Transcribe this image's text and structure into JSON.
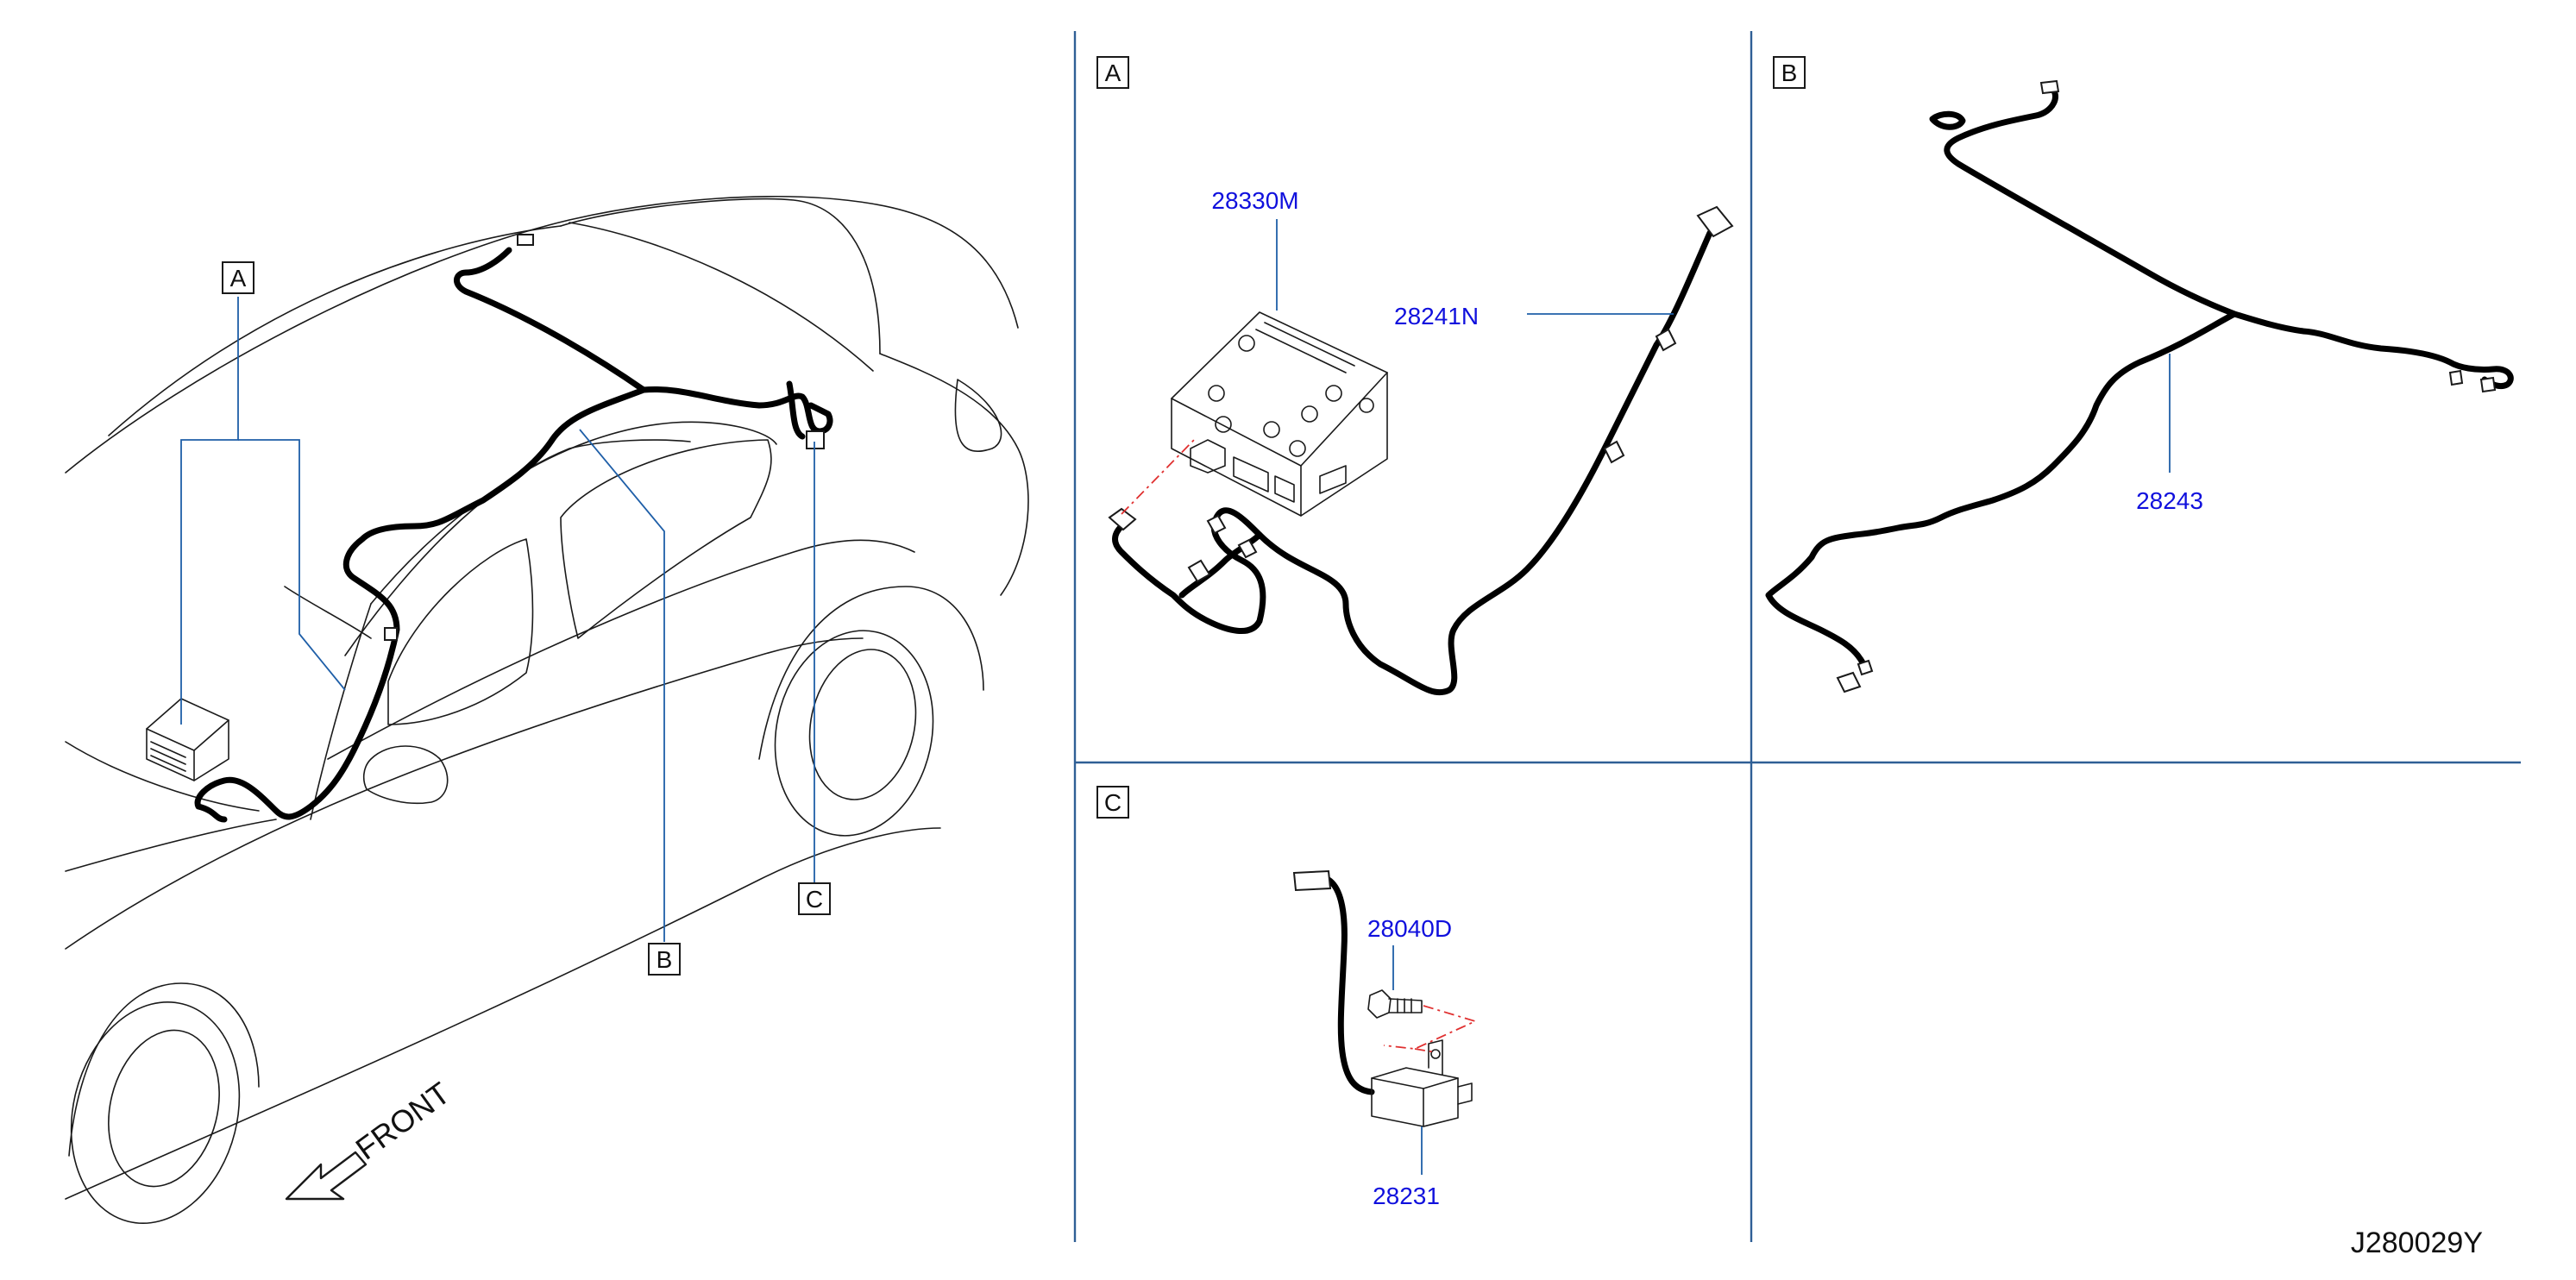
{
  "callouts": {
    "overview_a": "A",
    "overview_b": "B",
    "overview_c": "C",
    "panel_a": "A",
    "panel_b": "B",
    "panel_c": "C"
  },
  "parts": {
    "feeder_module": "28330M",
    "feeder_harness_a": "28241N",
    "feeder_harness_b": "28243",
    "antenna_amp": "28231",
    "bolt": "28040D"
  },
  "front_label": "FRONT",
  "diagram_code": "J280029Y",
  "colors": {
    "part_number": "#1010dd",
    "leader_line": "#1f5fa8",
    "panel_divider": "#2f5f95",
    "mating_line": "#e03030",
    "harness": "#000000"
  }
}
